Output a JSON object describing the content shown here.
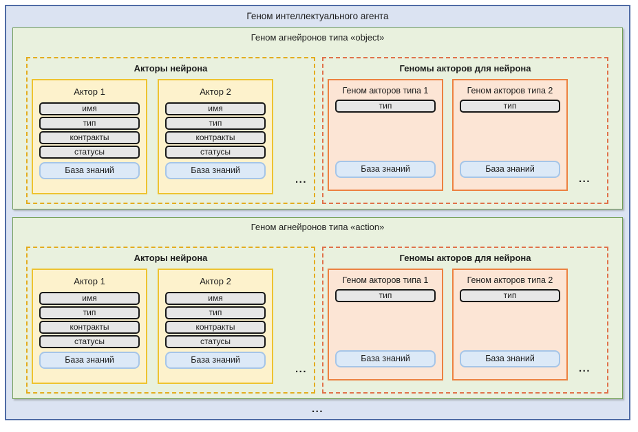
{
  "diagram": {
    "title": "Геном интеллектуального агента",
    "ellipsis": "...",
    "colors": {
      "outer_bg": "#dbe3f2",
      "outer_border": "#4f6ba5",
      "section_bg": "#e9f1de",
      "section_border": "#6f9c55",
      "actors_dashed_border": "#e3ac1e",
      "actor_card_bg": "#fdf2cc",
      "actor_card_border": "#eec32f",
      "field_bg": "#e6e6e6",
      "field_border": "#161616",
      "knowledge_base_bg": "#dce9f7",
      "knowledge_base_border": "#a5c5e8",
      "genomes_dashed_border": "#e0714a",
      "genome_card_bg": "#fce5d5",
      "genome_card_border": "#ec8140"
    },
    "sections": [
      {
        "title": "Геном агнейронов типа «object»",
        "actors_group": {
          "title": "Акторы нейрона",
          "ellipsis": "...",
          "actors": [
            {
              "title": "Актор 1",
              "fields": [
                "имя",
                "тип",
                "контракты",
                "статусы"
              ],
              "kb_label": "База знаний"
            },
            {
              "title": "Актор 2",
              "fields": [
                "имя",
                "тип",
                "контракты",
                "статусы"
              ],
              "kb_label": "База знаний"
            }
          ]
        },
        "genomes_group": {
          "title": "Геномы акторов для нейрона",
          "ellipsis": "...",
          "genomes": [
            {
              "title": "Геном акторов типа 1",
              "type_field": "тип",
              "kb_label": "База знаний"
            },
            {
              "title": "Геном акторов типа 2",
              "type_field": "тип",
              "kb_label": "База знаний"
            }
          ]
        }
      },
      {
        "title": "Геном агнейронов типа «action»",
        "actors_group": {
          "title": "Акторы нейрона",
          "ellipsis": "...",
          "actors": [
            {
              "title": "Актор 1",
              "fields": [
                "имя",
                "тип",
                "контракты",
                "статусы"
              ],
              "kb_label": "База знаний"
            },
            {
              "title": "Актор 2",
              "fields": [
                "имя",
                "тип",
                "контракты",
                "статусы"
              ],
              "kb_label": "База знаний"
            }
          ]
        },
        "genomes_group": {
          "title": "Геномы акторов для нейрона",
          "ellipsis": "...",
          "genomes": [
            {
              "title": "Геном акторов типа 1",
              "type_field": "тип",
              "kb_label": "База знаний"
            },
            {
              "title": "Геном акторов типа 2",
              "type_field": "тип",
              "kb_label": "База знаний"
            }
          ]
        }
      }
    ]
  }
}
